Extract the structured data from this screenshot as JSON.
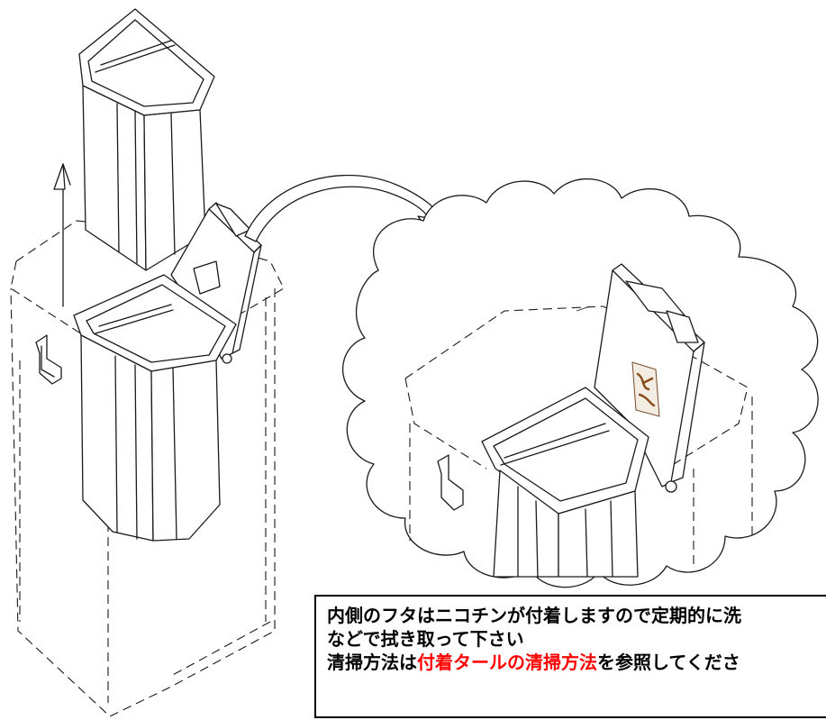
{
  "note": {
    "line1": "内側のフタはニコチンが付着しますので定期的に洗",
    "line2": "などで拭き取って下さい",
    "line3_prefix": "清掃方法は",
    "line3_link": "付着タールの清掃方法",
    "line3_suffix": "を参照してくださ"
  },
  "colors": {
    "text": "#000000",
    "highlight": "#ff0000",
    "stain": "#8b4a1c"
  }
}
